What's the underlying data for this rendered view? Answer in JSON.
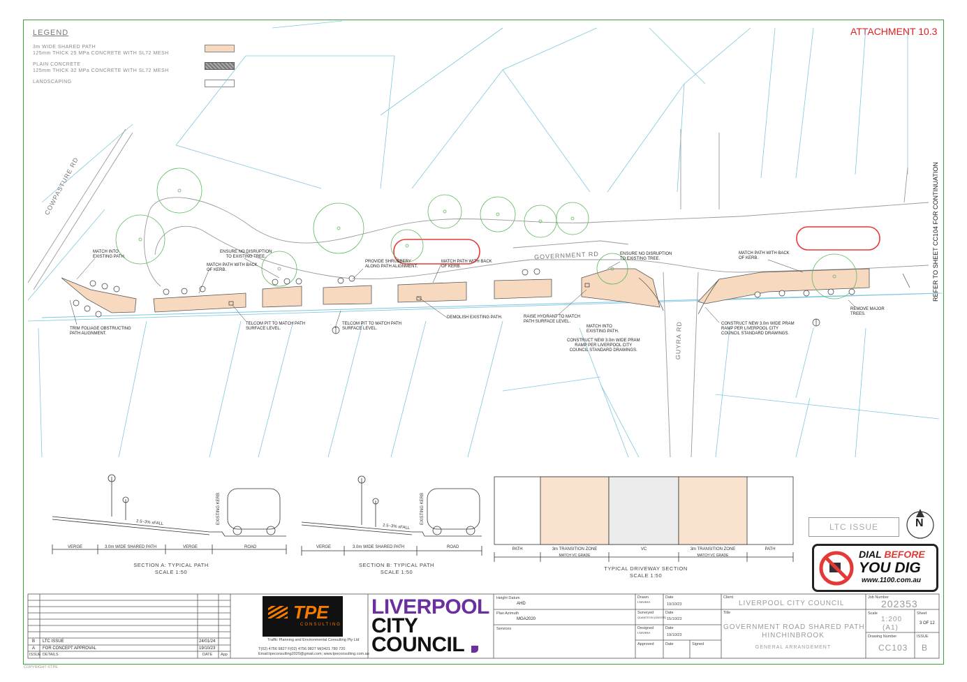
{
  "attachment": "ATTACHMENT 10.3",
  "legend": {
    "title": "LEGEND",
    "items": [
      {
        "line1": "3m WIDE SHARED PATH",
        "line2": "125mm THICK 25 MPa CONCRETE WITH SL72 MESH",
        "swatch": "#f7d9bf"
      },
      {
        "line1": "PLAIN CONCRETE",
        "line2": "125mm THICK 32 MPa CONCRETE WITH SL72 MESH",
        "swatch": "#8a8a8a"
      },
      {
        "line1": "LANDSCAPING",
        "line2": "",
        "swatch": "#ffffff"
      }
    ]
  },
  "refer_note": "REFER TO SHEET CC104 FOR CONTINUATION",
  "roads": {
    "cowpasture": "COWPASTURE RD",
    "government": "GOVERNMENT RD",
    "guyra": "GUYRA RD"
  },
  "notes": {
    "match_existing_1": "MATCH INTO\nEXISTING PATH.",
    "trim_foliage": "TRIM FOLIAGE OBSTRUCTING\nPATH ALIGNMENT.",
    "no_disruption_1": "ENSURE NO DISRUPTION\nTO EXISTING TREE.",
    "match_kerb_1": "MATCH PATH WITH BACK\nOF KERB.",
    "telcom_1": "TELCOM PIT TO MATCH PATH\nSURFACE LEVEL.",
    "shrubbery": "PROVIDE SHRUBBERY\nALONG PATH ALIGNMENT.",
    "telcom_2": "TELCOM PIT TO MATCH PATH\nSURFACE LEVEL.",
    "match_kerb_2": "MATCH PATH WITH BACK\nOF KERB.",
    "demolish": "DEMOLISH EXISTING PATH.",
    "hydrant": "RAISE HYDRANT TO MATCH\nPATH SURFACE LEVEL.",
    "match_existing_2": "MATCH INTO\nEXISTING PATH.",
    "pram_ramp_1": "CONSTRUCT NEW 3.0m WIDE PRAM\nRAMP PER LIVERPOOL CITY\nCOUNCIL STANDARD DRAWINGS.",
    "no_disruption_2": "ENSURE NO DISRUPTION\nTO EXISTING TREE.",
    "match_kerb_3": "MATCH PATH WITH BACK\nOF KERB.",
    "pram_ramp_2": "CONSTRUCT NEW 3.0m WIDE PRAM\nRAMP PER LIVERPOOL CITY\nCOUNCIL STANDARD DRAWINGS.",
    "remove_trees": "REMOVE MAJOR\nTREES."
  },
  "sections": {
    "a": {
      "caption": "SECTION A: TYPICAL PATH",
      "scale": "SCALE 1:50",
      "verge_l": "VERGE",
      "path": "3.0m WIDE SHARED PATH",
      "verge_r": "VERGE",
      "road": "ROAD",
      "fall": "2.5~3% xFALL",
      "kerb": "EXISTING KERB"
    },
    "b": {
      "caption": "SECTION B: TYPICAL PATH",
      "scale": "SCALE 1:50",
      "verge_l": "VERGE",
      "path": "3.0m WIDE SHARED PATH",
      "road": "ROAD",
      "fall": "2.5~3% xFALL",
      "kerb": "EXISTING KERB"
    },
    "driveway": {
      "caption": "TYPICAL DRIVEWAY SECTION",
      "scale": "SCALE 1:50",
      "labels": [
        "PATH",
        "3m TRANSITION ZONE",
        "VC",
        "3m TRANSITION ZONE",
        "PATH"
      ],
      "sub": [
        "",
        "MATCH VC GRADE",
        "",
        "MATCH VC GRADE",
        ""
      ]
    }
  },
  "ltc_issue": "LTC ISSUE",
  "north": "N",
  "dby": {
    "line1a": "DIAL",
    "line1b": "BEFORE",
    "line2": "YOU DIG",
    "url": "www.1100.com.au"
  },
  "title_block": {
    "revisions": [
      {
        "rev": "B",
        "desc": "LTC ISSUE",
        "date": "24/01/24"
      },
      {
        "rev": "A",
        "desc": "FOR CONCEPT APPROVAL",
        "date": "19/10/23"
      }
    ],
    "rev_headers": {
      "issue": "ISSUE",
      "details": "DETAILS",
      "date": "DATE",
      "app": "App"
    },
    "tpe": {
      "logo": "TPE",
      "sub": "CONSULTING",
      "tagline": "Traffic Planning and Environmental Consulting Pty Ltd",
      "contact": "T(02) 4756 9827 F(02) 4756 9827 M(0421 780 720",
      "email": "Email:tpeconsulting2020@gmail.com; www.tpeconsulting.com.au"
    },
    "lcc": {
      "line1": "LIVERPOOL",
      "line2": "CITY",
      "line3": "COUNCIL"
    },
    "height_datum_label": "Height Datum",
    "height_datum": "AHD",
    "plan_azimuth_label": "Plan Azimuth",
    "plan_azimuth": "MGA2020",
    "services_label": "Services",
    "drawn_label": "Drawn",
    "drawn_by": "I.NAHHA",
    "drawn_date": "19/10/23",
    "surveyed_label": "Surveyed",
    "surveyed_by": "QUANTEON (ONSITE)",
    "surveyed_date": "15/10/23",
    "designed_label": "Designed",
    "designed_by": "I.NAHHA",
    "designed_date": "19/10/23",
    "approved_label": "Approved",
    "date_label": "Date",
    "signed_label": "Signed",
    "client_label": "Client",
    "client": "LIVERPOOL CITY COUNCIL",
    "title_label": "Title",
    "title1": "GOVERNMENT ROAD SHARED PATH,",
    "title2": "HINCHINBROOK",
    "title3": "GENERAL ARRANGEMENT",
    "job_label": "Job Number",
    "job": "202353",
    "scale_label": "Scale",
    "scale": "1:200",
    "scale_sheet": "(A1)",
    "sheet_label": "Sheet",
    "sheet": "3 OF 12",
    "drawing_label": "Drawing Number",
    "drawing": "CC103",
    "issue_label": "ISSUE",
    "issue": "B"
  },
  "copyright": "COPYRIGHT ©TPE"
}
